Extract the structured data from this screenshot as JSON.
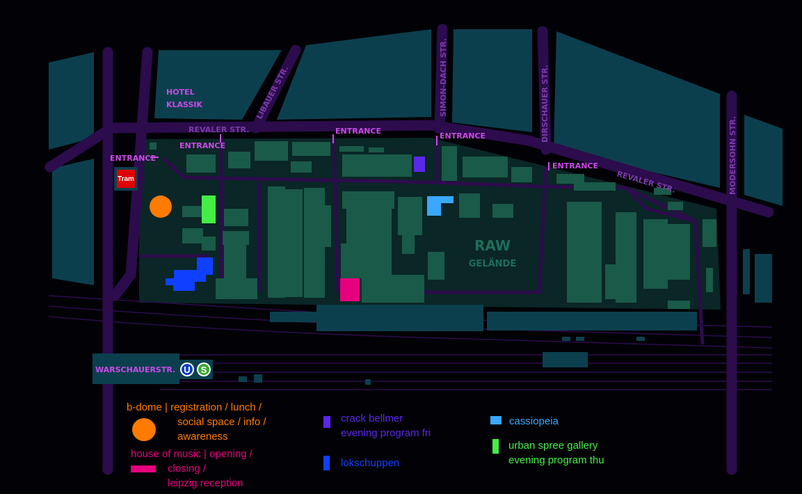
{
  "map": {
    "hotel": [
      "HOTEL",
      "KLASSIK"
    ],
    "streets": {
      "revaler_1": "REVALER STR.",
      "revaler_2": "REVALER STR.",
      "libauer": "LIBAUER STR.",
      "simon_dach": "SIMON-DACH STR.",
      "dirschauer": "DIRSCHAUER STR.",
      "modersohn": "MODERSOHN STR."
    },
    "entrance": "ENTRANCE",
    "tram": "Tram",
    "site": [
      "RAW",
      "GELÄNDE"
    ],
    "station": "WARSCHAUERSTR.",
    "ubahn": "U",
    "sbahn": "S"
  },
  "legend": [
    {
      "lines": [
        "b-dome | registration / lunch /",
        "social space / info /",
        "awareness"
      ],
      "color": "#ff7a00"
    },
    {
      "lines": [
        "house of music | opening /",
        "closing /",
        "leipzig reception"
      ],
      "color": "#e6007e"
    },
    {
      "lines": [
        "crack bellmer",
        "evening program fri"
      ],
      "color": "#5a28e8"
    },
    {
      "lines": [
        "lokschuppen"
      ],
      "color": "#1040ff"
    },
    {
      "lines": [
        "cassiopeia"
      ],
      "color": "#3aa8ff"
    },
    {
      "lines": [
        "urban spree gallery",
        "evening program thu"
      ],
      "color": "#44ee44"
    }
  ],
  "colors": {
    "road": "#2c0c4c",
    "block": "#0c3f4e",
    "site": "#0a2626",
    "building": "#1a5a48",
    "label": "#c94ae8"
  }
}
